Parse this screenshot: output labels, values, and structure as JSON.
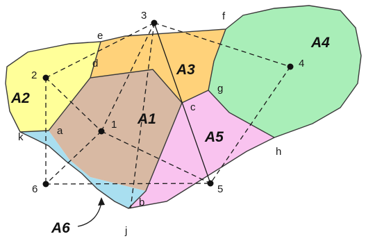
{
  "colors": {
    "A1": "#d8b9a3",
    "A2": "#ffff99",
    "A3": "#ffd27a",
    "A4": "#a9eeb8",
    "A5": "#f9c3ef",
    "A6": "#a9dff0",
    "outline": "#3a3a3a",
    "lines": "#1a1a1a"
  },
  "areas": {
    "A1": "A1",
    "A2": "A2",
    "A3": "A3",
    "A4": "A4",
    "A5": "A5",
    "A6": "A6"
  },
  "points": {
    "p1": "1",
    "p2": "2",
    "p3": "3",
    "p4": "4",
    "p5": "5",
    "p6": "6"
  },
  "vertices": {
    "a": "a",
    "b": "b",
    "c": "c",
    "d": "d",
    "e": "e",
    "f": "f",
    "g": "g",
    "h": "h",
    "j": "j",
    "k": "k"
  }
}
